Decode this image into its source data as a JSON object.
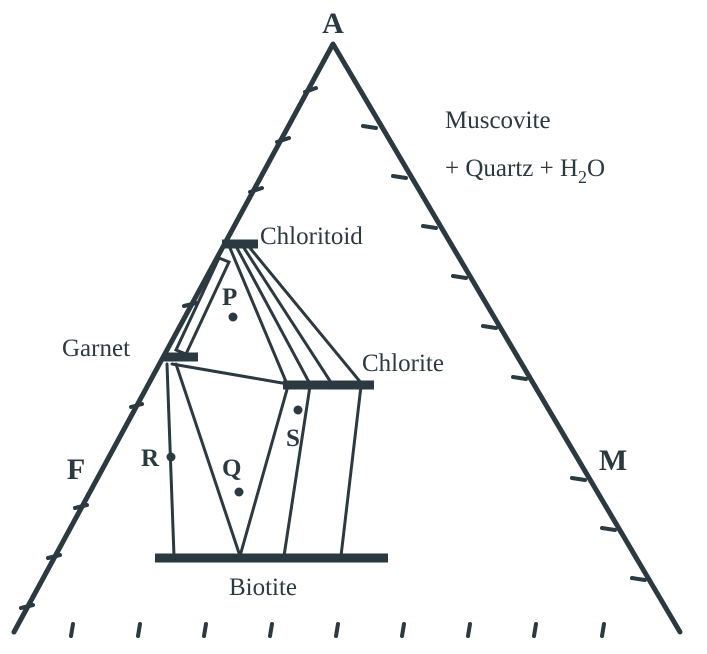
{
  "diagram": {
    "vertices": {
      "top": "A",
      "left": "F",
      "right": "M"
    },
    "assemblage": {
      "line1": "Muscovite",
      "line2_prefix": "+ Quartz + H",
      "line2_sub": "2",
      "line2_suffix": "O"
    },
    "phases": {
      "chloritoid": "Chloritoid",
      "garnet": "Garnet",
      "chlorite": "Chlorite",
      "biotite": "Biotite"
    },
    "points": {
      "p": "P",
      "q": "Q",
      "r": "R",
      "s": "S"
    },
    "colors": {
      "ink": "#2b3a40",
      "background": "#ffffff"
    }
  }
}
